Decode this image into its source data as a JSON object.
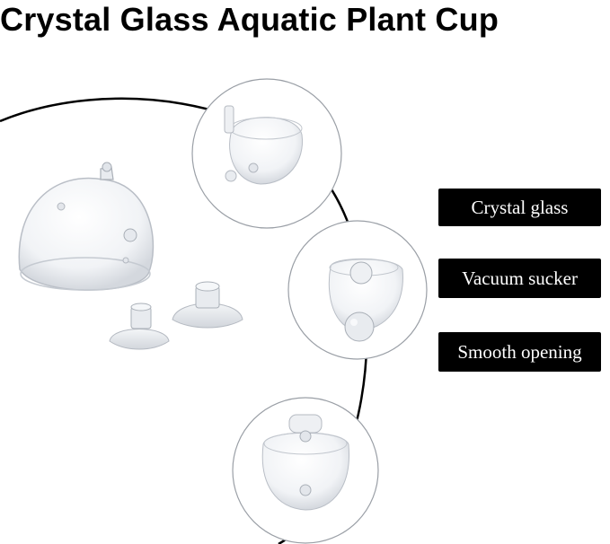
{
  "title": "Crystal Glass Aquatic Plant Cup",
  "features": [
    {
      "label": "Crystal glass"
    },
    {
      "label": "Vacuum sucker"
    },
    {
      "label": "Smooth opening"
    }
  ],
  "colors": {
    "background": "#ffffff",
    "label_background": "#000000",
    "label_text": "#ffffff",
    "arc_stroke": "#000000"
  }
}
